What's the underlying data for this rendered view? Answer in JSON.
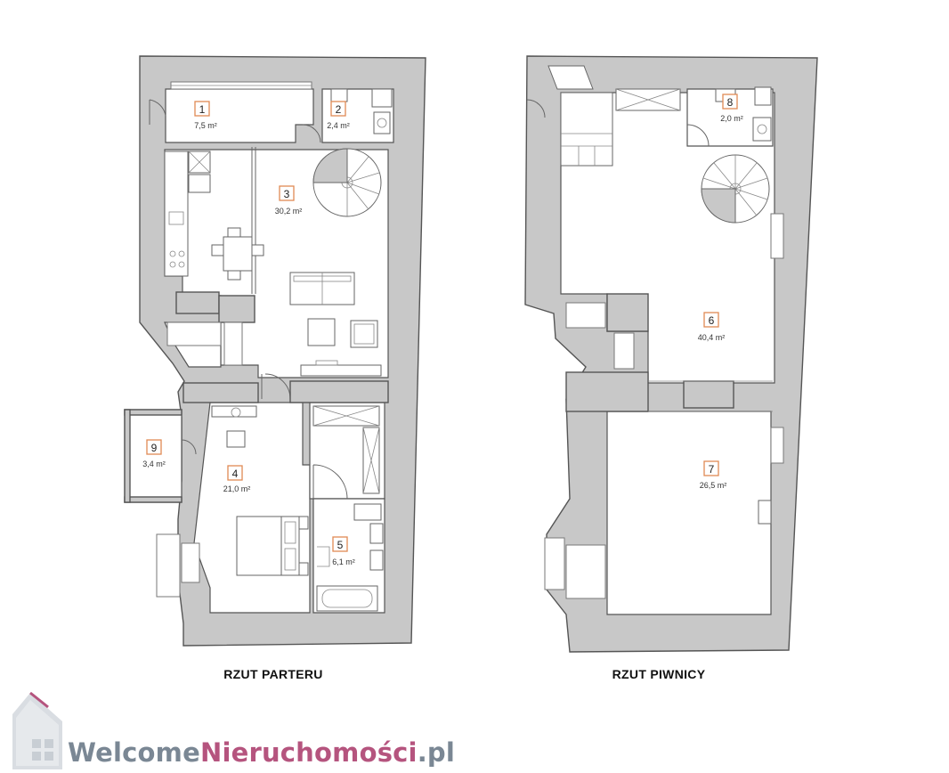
{
  "plans": [
    {
      "title": "RZUT PARTERU",
      "rooms": [
        {
          "number": "1",
          "area": "7,5  m²"
        },
        {
          "number": "2",
          "area": "2,4  m²"
        },
        {
          "number": "3",
          "area": "30,2 m²"
        },
        {
          "number": "4",
          "area": "21,0 m²"
        },
        {
          "number": "5",
          "area": "6,1  m²"
        },
        {
          "number": "9",
          "area": "3,4  m²"
        }
      ]
    },
    {
      "title": "RZUT PIWNICY",
      "rooms": [
        {
          "number": "8",
          "area": "2,0  m²"
        },
        {
          "number": "6",
          "area": "40,4 m²"
        },
        {
          "number": "7",
          "area": "26,5 m²"
        }
      ]
    }
  ],
  "watermark": {
    "part1": "Welcome",
    "part2": "Nieruchomości",
    "part3": ".pl"
  },
  "colors": {
    "wall_fill": "#c8c8c8",
    "badge_border": "#e08a55",
    "brand_gray": "#7a8794",
    "brand_pink": "#b5547e"
  }
}
